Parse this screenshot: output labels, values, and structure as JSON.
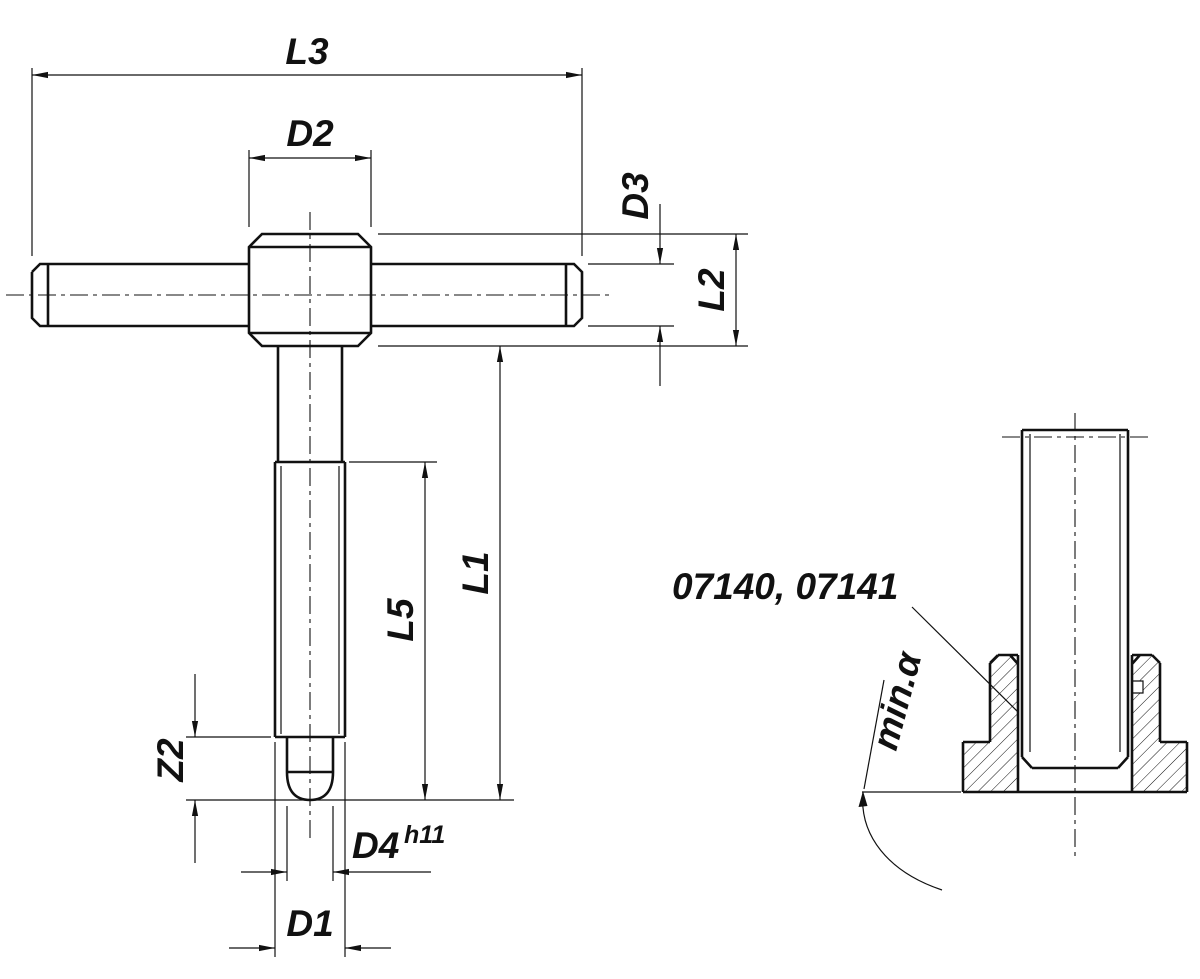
{
  "drawing": {
    "dimension_labels": {
      "l3": "L3",
      "d2": "D2",
      "d3": "D3",
      "l2": "L2",
      "l1": "L1",
      "l5": "L5",
      "z2": "Z2",
      "d4": "D4",
      "d4_tolerance": "h11",
      "d1": "D1"
    },
    "annotations": {
      "part_numbers": "07140, 07141",
      "min_angle": "min.α"
    },
    "colors": {
      "line": "#111111",
      "background": "#ffffff"
    }
  }
}
